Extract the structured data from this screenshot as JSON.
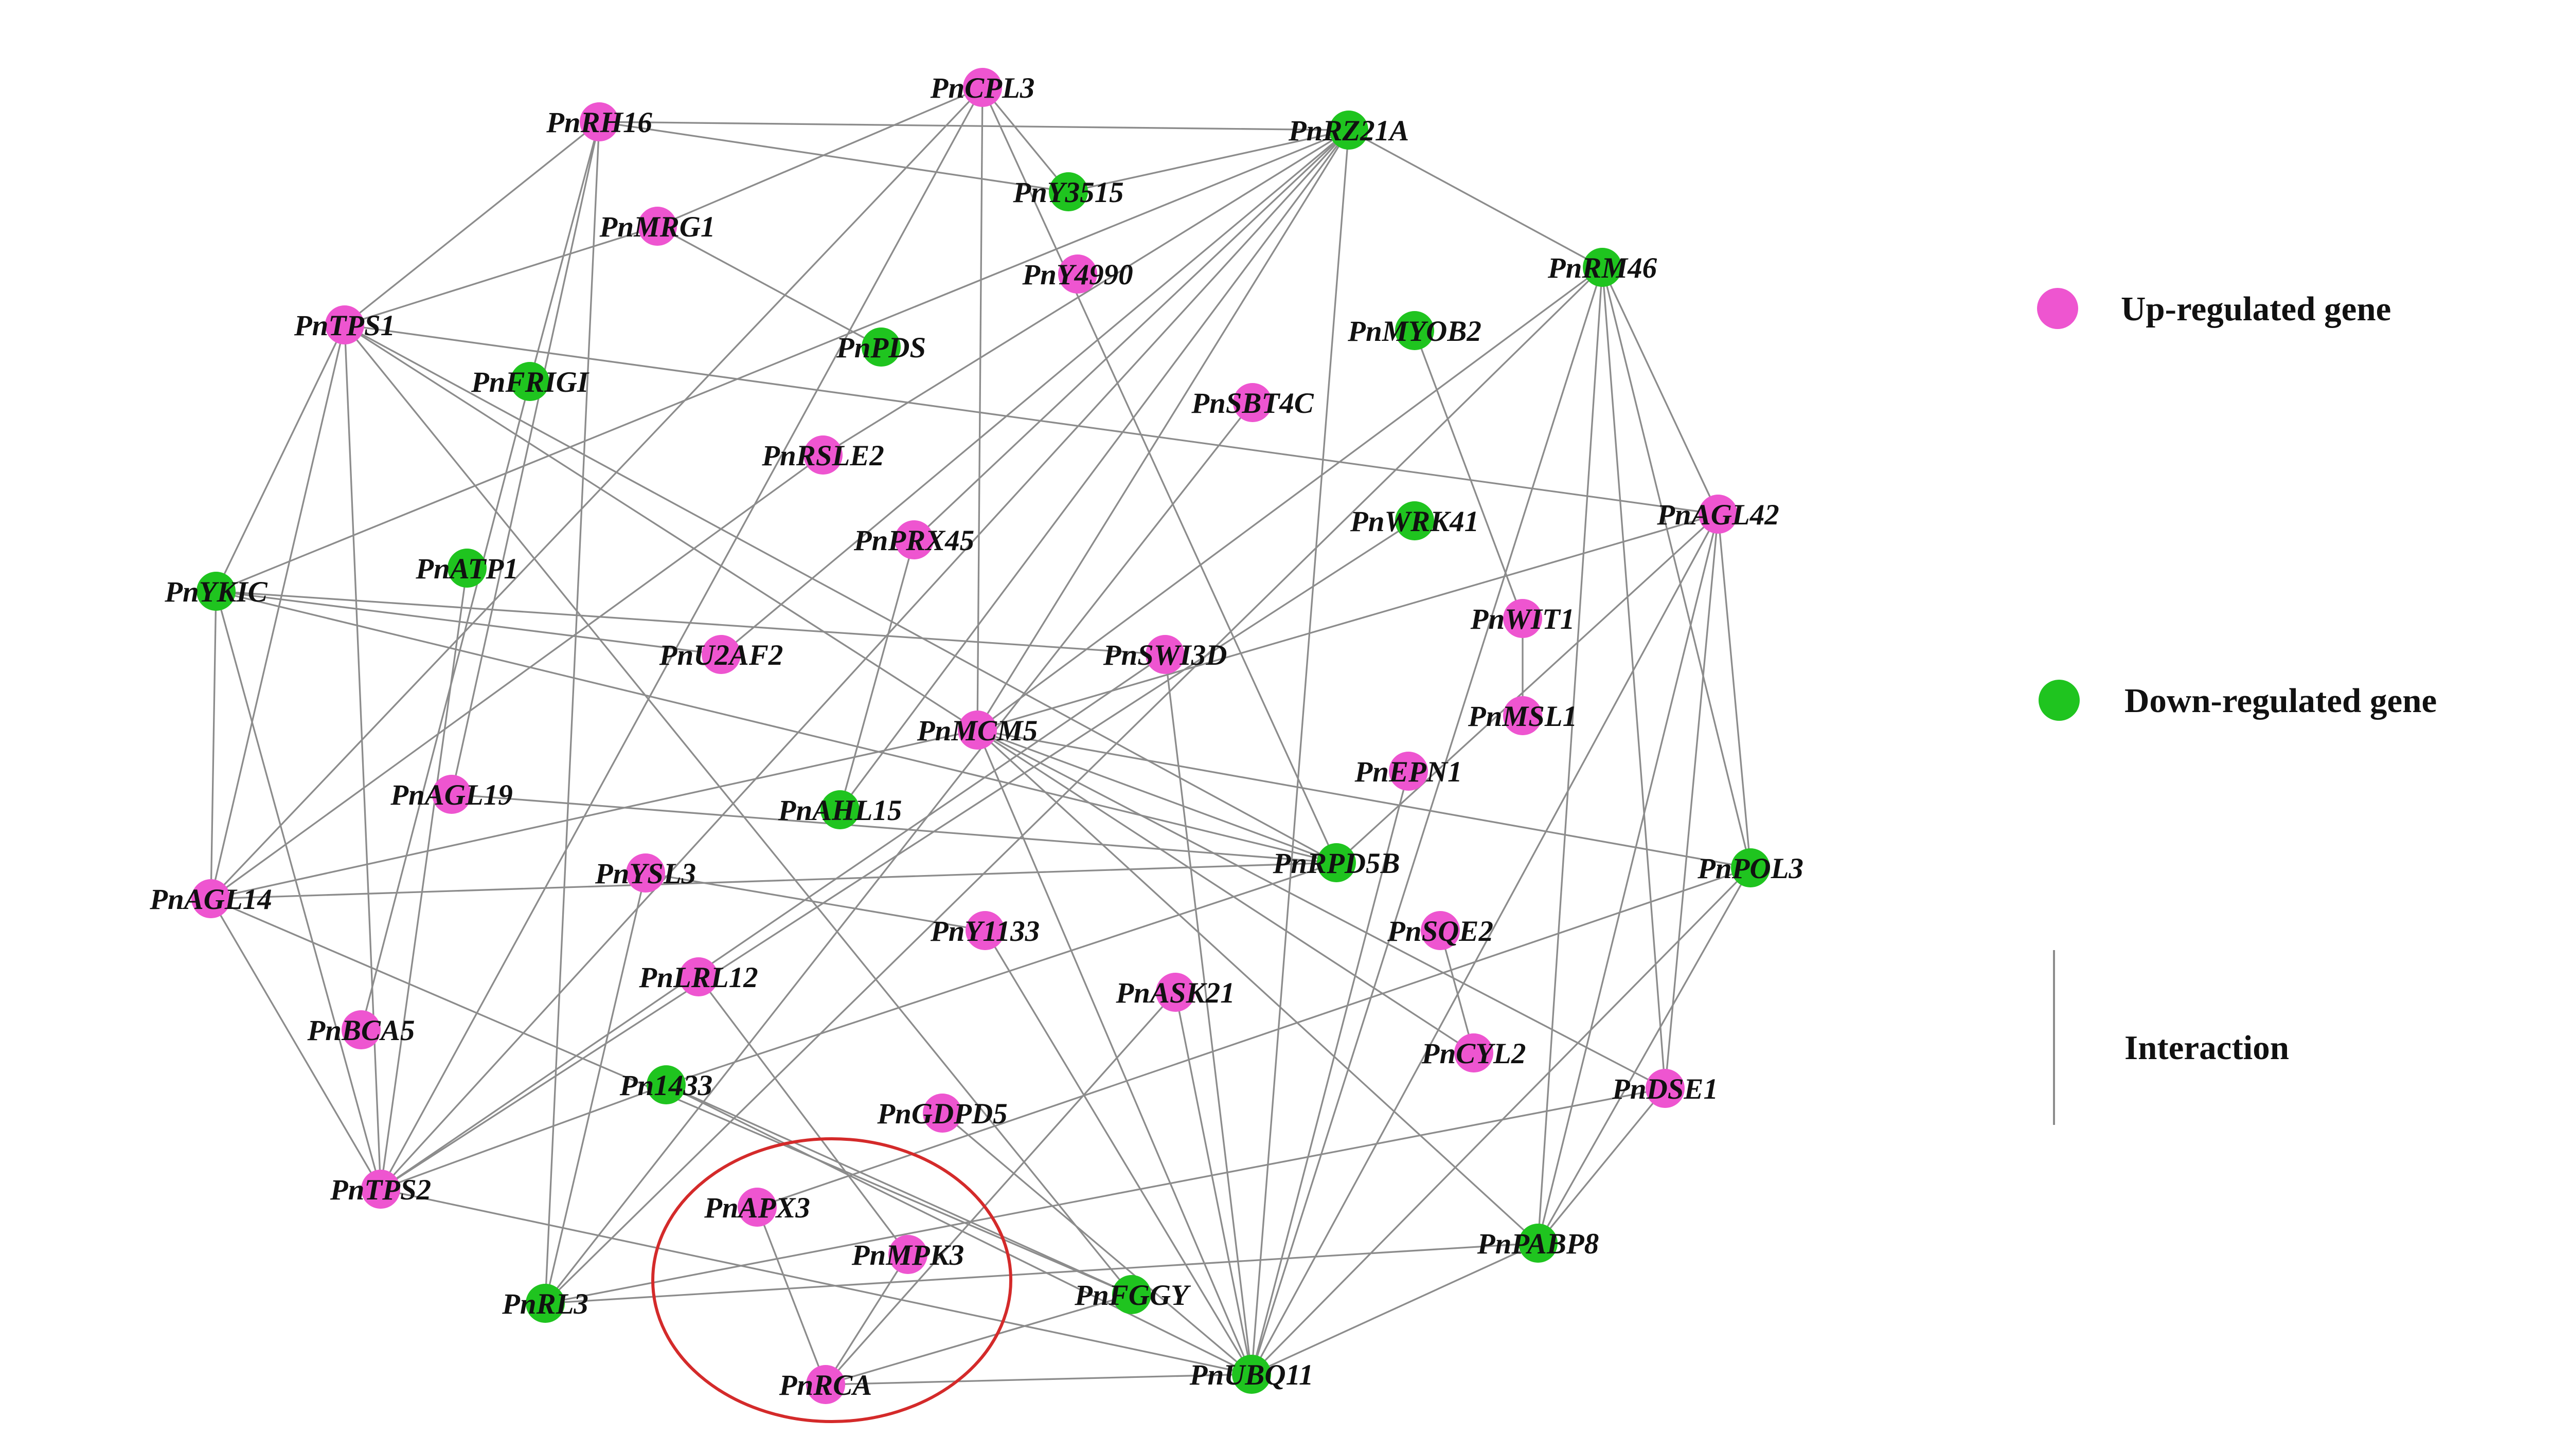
{
  "colors": {
    "up": "#ee55d0",
    "down": "#1fc41f",
    "edge": "#8c8c8c",
    "highlight_circle": "#d42a2a"
  },
  "legend": {
    "up_label": "Up-regulated gene",
    "down_label": "Down-regulated gene",
    "interaction_label": "Interaction"
  },
  "nodes": [
    {
      "id": "PnCPL3",
      "label": "PnCPL3",
      "reg": "up"
    },
    {
      "id": "PnRH16",
      "label": "PnRH16",
      "reg": "up"
    },
    {
      "id": "PnRZ21A",
      "label": "PnRZ21A",
      "reg": "down"
    },
    {
      "id": "PnY3515",
      "label": "PnY3515",
      "reg": "down"
    },
    {
      "id": "PnMRG1",
      "label": "PnMRG1",
      "reg": "up"
    },
    {
      "id": "PnY4990",
      "label": "PnY4990",
      "reg": "up"
    },
    {
      "id": "PnRM46",
      "label": "PnRM46",
      "reg": "down"
    },
    {
      "id": "PnTPS1",
      "label": "PnTPS1",
      "reg": "up"
    },
    {
      "id": "PnPDS",
      "label": "PnPDS",
      "reg": "down"
    },
    {
      "id": "PnMYOB2",
      "label": "PnMYOB2",
      "reg": "down"
    },
    {
      "id": "PnFRIGI",
      "label": "PnFRIGI",
      "reg": "down"
    },
    {
      "id": "PnSBT4C",
      "label": "PnSBT4C",
      "reg": "up"
    },
    {
      "id": "PnRSLE2",
      "label": "PnRSLE2",
      "reg": "up"
    },
    {
      "id": "PnAGL42",
      "label": "PnAGL42",
      "reg": "up"
    },
    {
      "id": "PnPRX45",
      "label": "PnPRX45",
      "reg": "up"
    },
    {
      "id": "PnWRK41",
      "label": "PnWRK41",
      "reg": "down"
    },
    {
      "id": "PnYKIC",
      "label": "PnYKIC",
      "reg": "down"
    },
    {
      "id": "PnATP1",
      "label": "PnATP1",
      "reg": "down"
    },
    {
      "id": "PnWIT1",
      "label": "PnWIT1",
      "reg": "up"
    },
    {
      "id": "PnU2AF2",
      "label": "PnU2AF2",
      "reg": "up"
    },
    {
      "id": "PnSWI3D",
      "label": "PnSWI3D",
      "reg": "up"
    },
    {
      "id": "PnMSL1",
      "label": "PnMSL1",
      "reg": "up"
    },
    {
      "id": "PnMCM5",
      "label": "PnMCM5",
      "reg": "up"
    },
    {
      "id": "PnEPN1",
      "label": "PnEPN1",
      "reg": "up"
    },
    {
      "id": "PnAGL19",
      "label": "PnAGL19",
      "reg": "up"
    },
    {
      "id": "PnAHL15",
      "label": "PnAHL15",
      "reg": "down"
    },
    {
      "id": "PnRPD5B",
      "label": "PnRPD5B",
      "reg": "down"
    },
    {
      "id": "PnPOL3",
      "label": "PnPOL3",
      "reg": "down"
    },
    {
      "id": "PnAGL14",
      "label": "PnAGL14",
      "reg": "up"
    },
    {
      "id": "PnYSL3",
      "label": "PnYSL3",
      "reg": "up"
    },
    {
      "id": "PnY1133",
      "label": "PnY1133",
      "reg": "up"
    },
    {
      "id": "PnSQE2",
      "label": "PnSQE2",
      "reg": "up"
    },
    {
      "id": "PnLRL12",
      "label": "PnLRL12",
      "reg": "up"
    },
    {
      "id": "PnASK21",
      "label": "PnASK21",
      "reg": "up"
    },
    {
      "id": "PnBCA5",
      "label": "PnBCA5",
      "reg": "up"
    },
    {
      "id": "PnCYL2",
      "label": "PnCYL2",
      "reg": "up"
    },
    {
      "id": "Pn1433",
      "label": "Pn1433",
      "reg": "down"
    },
    {
      "id": "PnDSE1",
      "label": "PnDSE1",
      "reg": "up"
    },
    {
      "id": "PnGDPD5",
      "label": "PnGDPD5",
      "reg": "up"
    },
    {
      "id": "PnTPS2",
      "label": "PnTPS2",
      "reg": "up"
    },
    {
      "id": "PnAPX3",
      "label": "PnAPX3",
      "reg": "up"
    },
    {
      "id": "PnMPK3",
      "label": "PnMPK3",
      "reg": "up"
    },
    {
      "id": "PnPABP8",
      "label": "PnPABP8",
      "reg": "down"
    },
    {
      "id": "PnRL3",
      "label": "PnRL3",
      "reg": "down"
    },
    {
      "id": "PnFGGY",
      "label": "PnFGGY",
      "reg": "down"
    },
    {
      "id": "PnUBQ11",
      "label": "PnUBQ11",
      "reg": "down"
    },
    {
      "id": "PnRCA",
      "label": "PnRCA",
      "reg": "up"
    }
  ],
  "edges": [
    [
      "PnRH16",
      "PnRZ21A"
    ],
    [
      "PnRH16",
      "PnY3515"
    ],
    [
      "PnRH16",
      "PnTPS1"
    ],
    [
      "PnRH16",
      "PnFRIGI"
    ],
    [
      "PnRH16",
      "PnRL3"
    ],
    [
      "PnRH16",
      "PnAGL19"
    ],
    [
      "PnCPL3",
      "PnMRG1"
    ],
    [
      "PnCPL3",
      "PnY3515"
    ],
    [
      "PnCPL3",
      "PnMCM5"
    ],
    [
      "PnCPL3",
      "PnAGL14"
    ],
    [
      "PnCPL3",
      "PnTPS2"
    ],
    [
      "PnCPL3",
      "PnRPD5B"
    ],
    [
      "PnY3515",
      "PnRZ21A"
    ],
    [
      "PnMRG1",
      "PnTPS1"
    ],
    [
      "PnMRG1",
      "PnPDS"
    ],
    [
      "PnRZ21A",
      "PnRM46"
    ],
    [
      "PnRZ21A",
      "PnYKIC"
    ],
    [
      "PnRZ21A",
      "PnRSLE2"
    ],
    [
      "PnRZ21A",
      "PnPRX45"
    ],
    [
      "PnRZ21A",
      "PnU2AF2"
    ],
    [
      "PnRZ21A",
      "PnMCM5"
    ],
    [
      "PnRZ21A",
      "PnAHL15"
    ],
    [
      "PnRZ21A",
      "PnUBQ11"
    ],
    [
      "PnRZ21A",
      "PnTPS2"
    ],
    [
      "PnTPS1",
      "PnAGL42"
    ],
    [
      "PnTPS1",
      "PnYKIC"
    ],
    [
      "PnTPS1",
      "PnAGL14"
    ],
    [
      "PnTPS1",
      "PnTPS2"
    ],
    [
      "PnTPS1",
      "PnMCM5"
    ],
    [
      "PnTPS1",
      "PnRPD5B"
    ],
    [
      "PnTPS1",
      "PnFGGY"
    ],
    [
      "PnFRIGI",
      "PnBCA5"
    ],
    [
      "PnYKIC",
      "PnAGL14"
    ],
    [
      "PnYKIC",
      "PnU2AF2"
    ],
    [
      "PnYKIC",
      "PnSWI3D"
    ],
    [
      "PnYKIC",
      "PnRPD5B"
    ],
    [
      "PnYKIC",
      "PnTPS2"
    ],
    [
      "PnATP1",
      "PnTPS2"
    ],
    [
      "PnAGL19",
      "PnRPD5B"
    ],
    [
      "PnAGL14",
      "PnMCM5"
    ],
    [
      "PnAGL14",
      "PnRPD5B"
    ],
    [
      "PnAGL14",
      "PnTPS2"
    ],
    [
      "PnAGL14",
      "PnFGGY"
    ],
    [
      "PnAGL14",
      "PnRSLE2"
    ],
    [
      "PnSBT4C",
      "PnRL3"
    ],
    [
      "PnPRX45",
      "PnAHL15"
    ],
    [
      "PnRM46",
      "PnMCM5"
    ],
    [
      "PnRM46",
      "PnRL3"
    ],
    [
      "PnRM46",
      "PnUBQ11"
    ],
    [
      "PnRM46",
      "PnPABP8"
    ],
    [
      "PnRM46",
      "PnDSE1"
    ],
    [
      "PnRM46",
      "PnPOL3"
    ],
    [
      "PnRM46",
      "PnAGL42"
    ],
    [
      "PnMYOB2",
      "PnWIT1"
    ],
    [
      "PnAGL42",
      "PnMCM5"
    ],
    [
      "PnAGL42",
      "PnPOL3"
    ],
    [
      "PnAGL42",
      "PnDSE1"
    ],
    [
      "PnAGL42",
      "PnPABP8"
    ],
    [
      "PnAGL42",
      "PnUBQ11"
    ],
    [
      "PnAGL42",
      "PnRPD5B"
    ],
    [
      "PnWIT1",
      "PnMSL1"
    ],
    [
      "PnWRK41",
      "PnTPS2"
    ],
    [
      "PnSWI3D",
      "PnUBQ11"
    ],
    [
      "PnSWI3D",
      "PnTPS2"
    ],
    [
      "PnMCM5",
      "PnPOL3"
    ],
    [
      "PnMCM5",
      "PnRPD5B"
    ],
    [
      "PnMCM5",
      "PnDSE1"
    ],
    [
      "PnMCM5",
      "PnPABP8"
    ],
    [
      "PnMCM5",
      "PnUBQ11"
    ],
    [
      "PnMCM5",
      "PnCYL2"
    ],
    [
      "PnEPN1",
      "PnUBQ11"
    ],
    [
      "PnRPD5B",
      "Pn1433"
    ],
    [
      "PnYSL3",
      "PnY1133"
    ],
    [
      "PnYSL3",
      "PnRL3"
    ],
    [
      "PnY1133",
      "PnUBQ11"
    ],
    [
      "PnSQE2",
      "PnCYL2"
    ],
    [
      "PnLRL12",
      "PnMPK3"
    ],
    [
      "PnASK21",
      "PnUBQ11"
    ],
    [
      "PnASK21",
      "PnRCA"
    ],
    [
      "Pn1433",
      "PnTPS2"
    ],
    [
      "Pn1433",
      "PnFGGY"
    ],
    [
      "Pn1433",
      "PnUBQ11"
    ],
    [
      "PnDSE1",
      "PnRL3"
    ],
    [
      "PnDSE1",
      "PnPABP8"
    ],
    [
      "PnGDPD5",
      "PnUBQ11"
    ],
    [
      "PnTPS2",
      "PnUBQ11"
    ],
    [
      "PnAPX3",
      "PnRCA"
    ],
    [
      "PnAPX3",
      "PnPOL3"
    ],
    [
      "PnMPK3",
      "PnRCA"
    ],
    [
      "PnPABP8",
      "PnRL3"
    ],
    [
      "PnPABP8",
      "PnUBQ11"
    ],
    [
      "PnPOL3",
      "PnPABP8"
    ],
    [
      "PnPOL3",
      "PnUBQ11"
    ],
    [
      "PnFGGY",
      "PnRCA"
    ],
    [
      "PnUBQ11",
      "PnRCA"
    ]
  ]
}
